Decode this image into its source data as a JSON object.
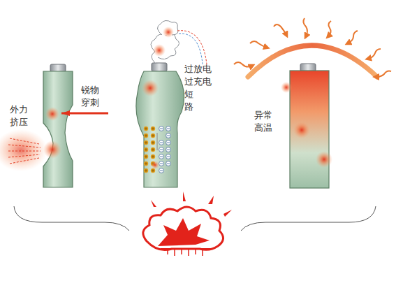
{
  "diagram": {
    "labels": [
      "外力挤压",
      "锐物穿刺",
      "过放电",
      "过充电",
      "短路",
      "异常高温"
    ]
  }
}
